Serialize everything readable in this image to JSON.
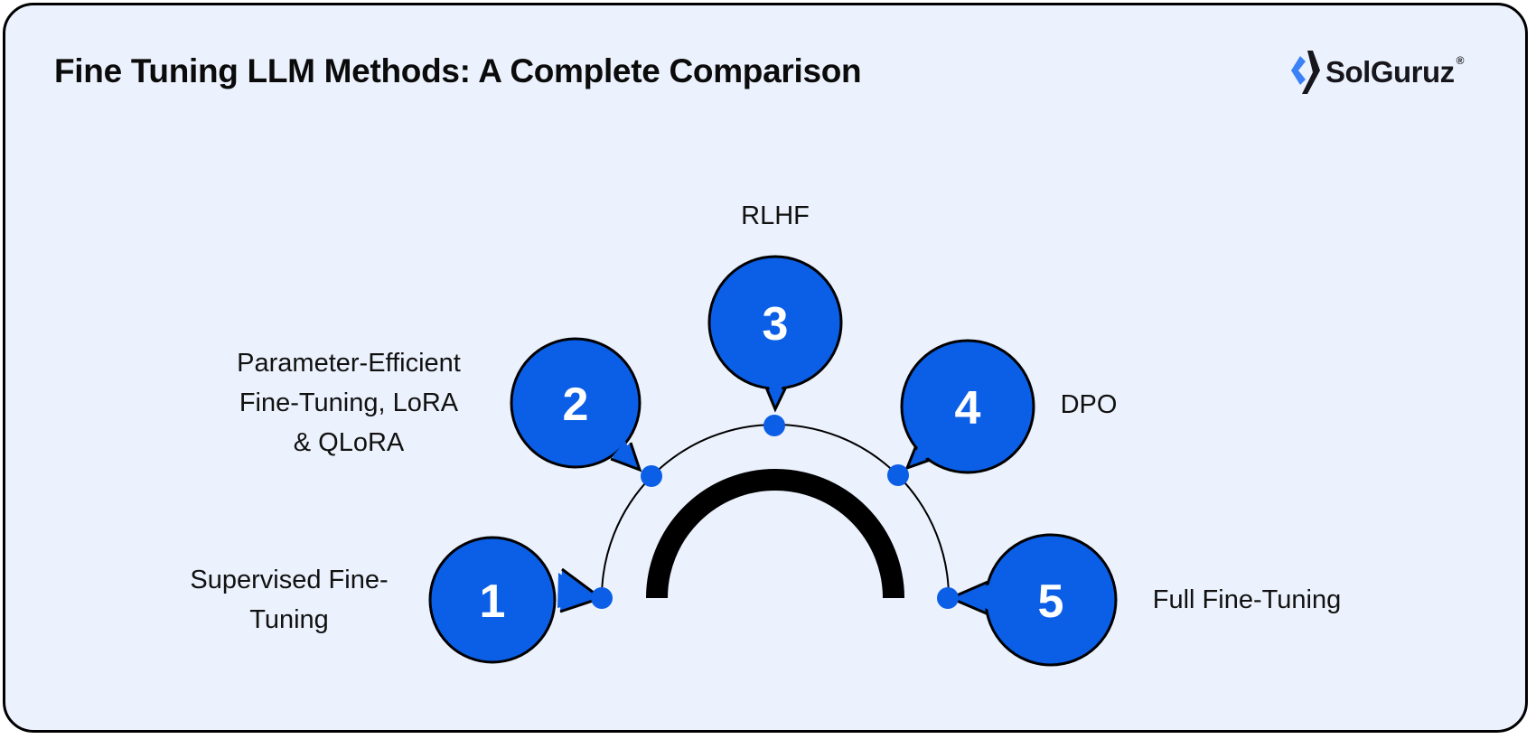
{
  "title": "Fine Tuning LLM Methods: A Complete Comparison",
  "brand": {
    "name": "SolGuruz",
    "registered_mark": "®",
    "mark_color_primary": "#3b82f6",
    "mark_color_secondary": "#16161c"
  },
  "colors": {
    "background": "#ecf2fd",
    "accent": "#0b5ee6",
    "outline": "#000000",
    "text": "#111111"
  },
  "methods": [
    {
      "number": "1",
      "label_lines": [
        "Supervised Fine-",
        "Tuning"
      ]
    },
    {
      "number": "2",
      "label_lines": [
        "Parameter-Efficient",
        "Fine-Tuning, LoRA",
        "& QLoRA"
      ]
    },
    {
      "number": "3",
      "label_lines": [
        "RLHF"
      ]
    },
    {
      "number": "4",
      "label_lines": [
        "DPO"
      ]
    },
    {
      "number": "5",
      "label_lines": [
        "Full Fine-Tuning"
      ]
    }
  ]
}
